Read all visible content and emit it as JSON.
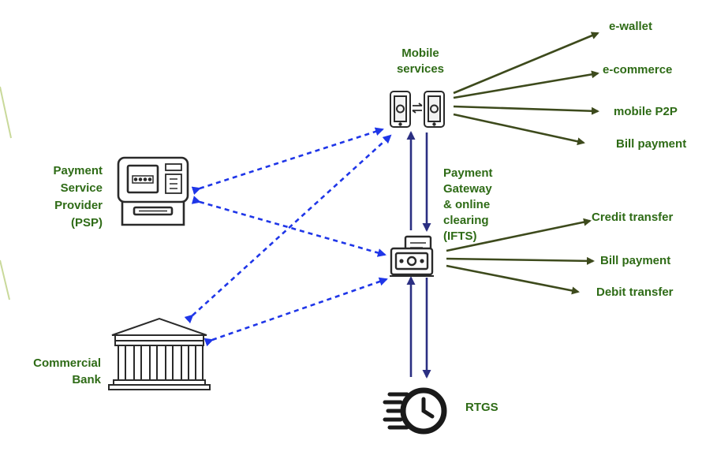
{
  "colors": {
    "label": "#2e6b16",
    "side_arrow": "#3d4a1c",
    "dashed_arrow": "#1f36e8",
    "solid_arrow": "#2b2f82",
    "icon": "#2a2a2a",
    "left_accent": "#c9d99a"
  },
  "nodes": {
    "mobile_services": [
      "Mobile",
      "services"
    ],
    "psp": [
      "Payment",
      "Service",
      "Provider",
      "(PSP)"
    ],
    "gateway": [
      "Payment",
      "Gateway",
      "& online",
      "clearing",
      "(IFTS)"
    ],
    "bank": [
      "Commercial",
      "Bank"
    ],
    "rtgs": "RTGS"
  },
  "mobile_outputs": [
    "e-wallet",
    "e-commerce",
    "mobile P2P",
    "Bill payment"
  ],
  "gateway_outputs": [
    "Credit transfer",
    "Bill payment",
    "Debit transfer"
  ],
  "icons": {
    "mobile": "mobile-transfer-icon",
    "atm": "atm-icon",
    "gateway": "payment-gateway-icon",
    "bank": "bank-building-icon",
    "rtgs": "fast-clock-icon"
  }
}
